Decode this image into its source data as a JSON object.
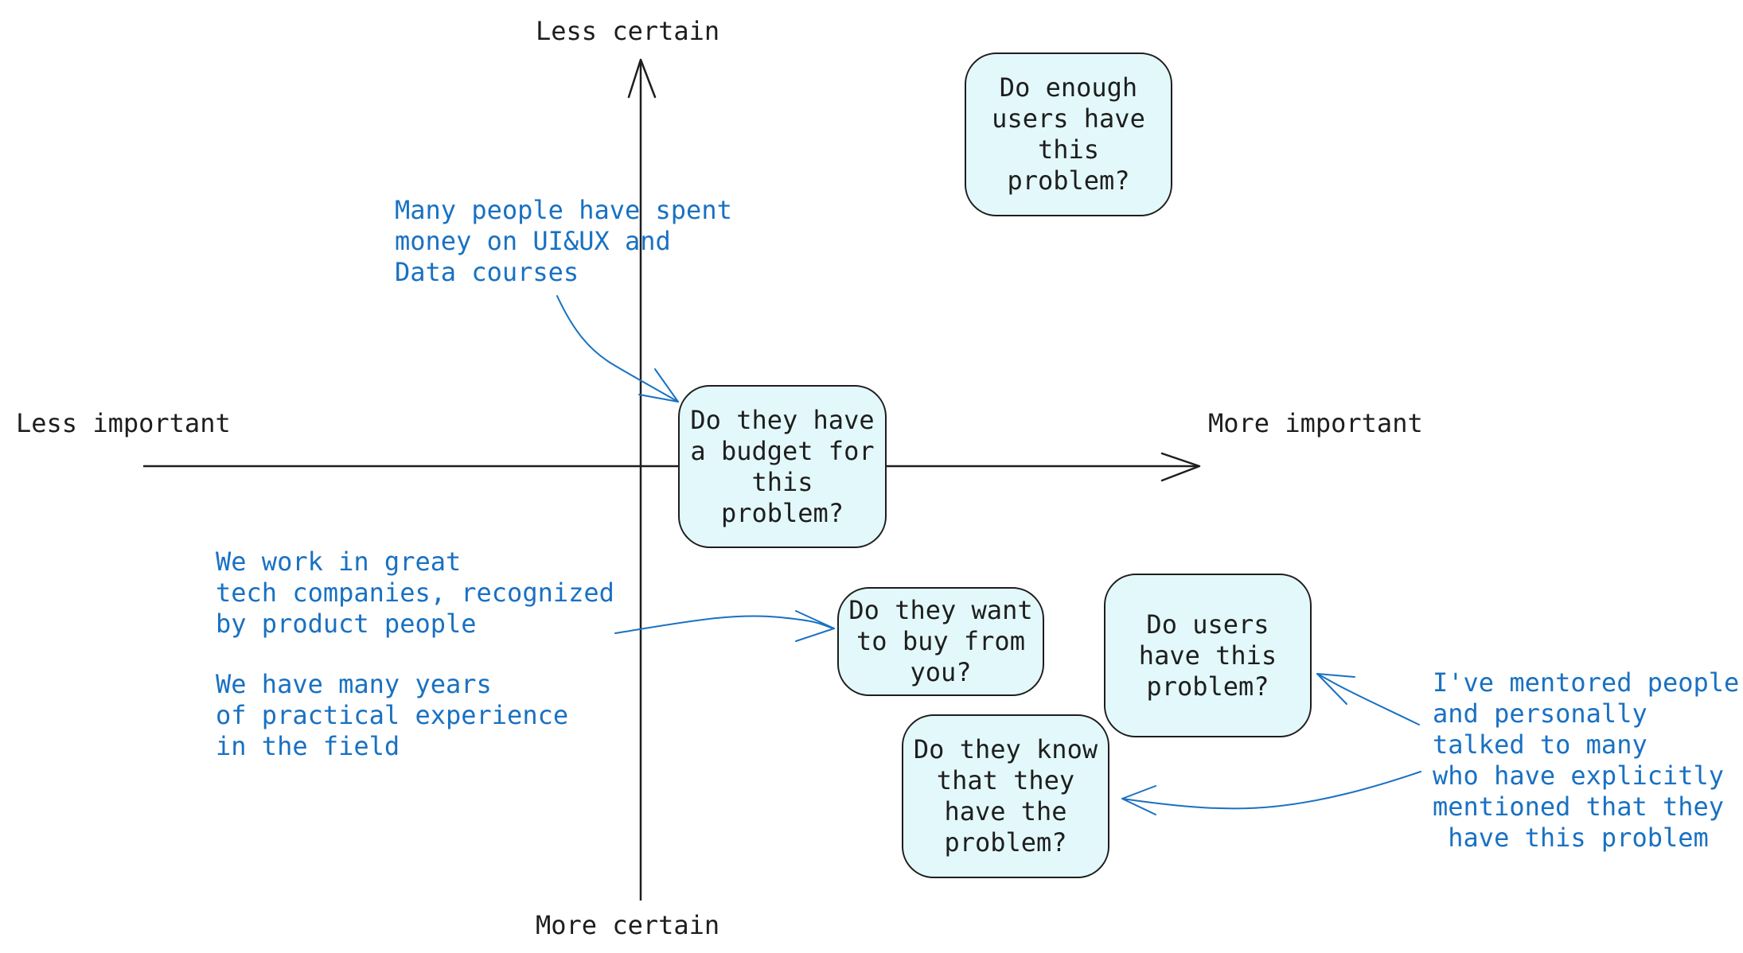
{
  "axes": {
    "top_label": "Less certain",
    "bottom_label": "More certain",
    "left_label": "Less important",
    "right_label": "More important"
  },
  "boxes": {
    "enough_users": "Do enough\nusers have\nthis\nproblem?",
    "budget": "Do they have\na budget for\nthis\nproblem?",
    "want_to_buy": "Do they want\nto buy from\nyou?",
    "users_have_problem": "Do users\nhave this\nproblem?",
    "know_problem": "Do they know\nthat they\nhave the\nproblem?"
  },
  "notes": {
    "courses": "Many people have spent\nmoney on UI&UX and\nData courses",
    "companies": "We work in great\ntech companies, recognized\nby product people",
    "experience": "We have many years\nof practical experience\nin the field",
    "mentored": "I've mentored people\nand personally\ntalked to many\nwho have explicitly\nmentioned that they\n have this problem"
  },
  "colors": {
    "box_fill": "#e3f8fa",
    "stroke": "#1e1e1e",
    "note_text": "#1971c2"
  }
}
